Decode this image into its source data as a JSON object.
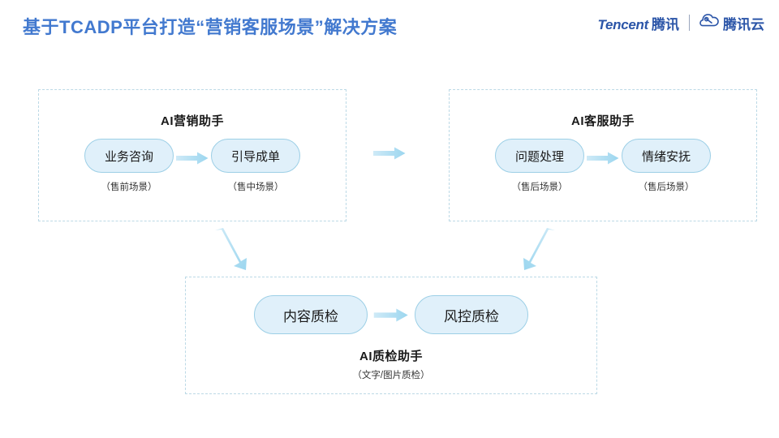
{
  "header": {
    "title": "基于TCADP平台打造“营销客服场景”解决方案",
    "title_color": "#4279cf",
    "brand": {
      "tencent_en": "Tencent",
      "tencent_cn": "腾讯",
      "divider": "|",
      "cloud_icon": "cloud-icon",
      "cloud_cn": "腾讯云",
      "color": "#2b55a8"
    }
  },
  "diagram": {
    "accent_fill": "#e0f0fa",
    "accent_border": "#9ccfe6",
    "dashed_border": "#bcd9e6",
    "arrow_color": "#a8ddf2",
    "groups": [
      {
        "id": "marketing",
        "title": "AI营销助手",
        "nodes": [
          {
            "label": "业务咨询",
            "caption": "（售前场景）"
          },
          {
            "label": "引导成单",
            "caption": "（售中场景）"
          }
        ],
        "inner_arrow": "arrow-right-icon"
      },
      {
        "id": "service",
        "title": "AI客服助手",
        "nodes": [
          {
            "label": "问题处理",
            "caption": "（售后场景）"
          },
          {
            "label": "情绪安抚",
            "caption": "（售后场景）"
          }
        ],
        "inner_arrow": "arrow-right-icon"
      },
      {
        "id": "quality",
        "title": "AI质检助手",
        "subtitle": "（文字/图片质检）",
        "nodes": [
          {
            "label": "内容质检",
            "caption": ""
          },
          {
            "label": "风控质检",
            "caption": ""
          }
        ],
        "inner_arrow": "arrow-right-icon"
      }
    ],
    "connectors": [
      {
        "name": "arrow-marketing-to-service",
        "direction": "right"
      },
      {
        "name": "arrow-marketing-to-quality",
        "direction": "down-right"
      },
      {
        "name": "arrow-service-to-quality",
        "direction": "down-left"
      }
    ]
  }
}
